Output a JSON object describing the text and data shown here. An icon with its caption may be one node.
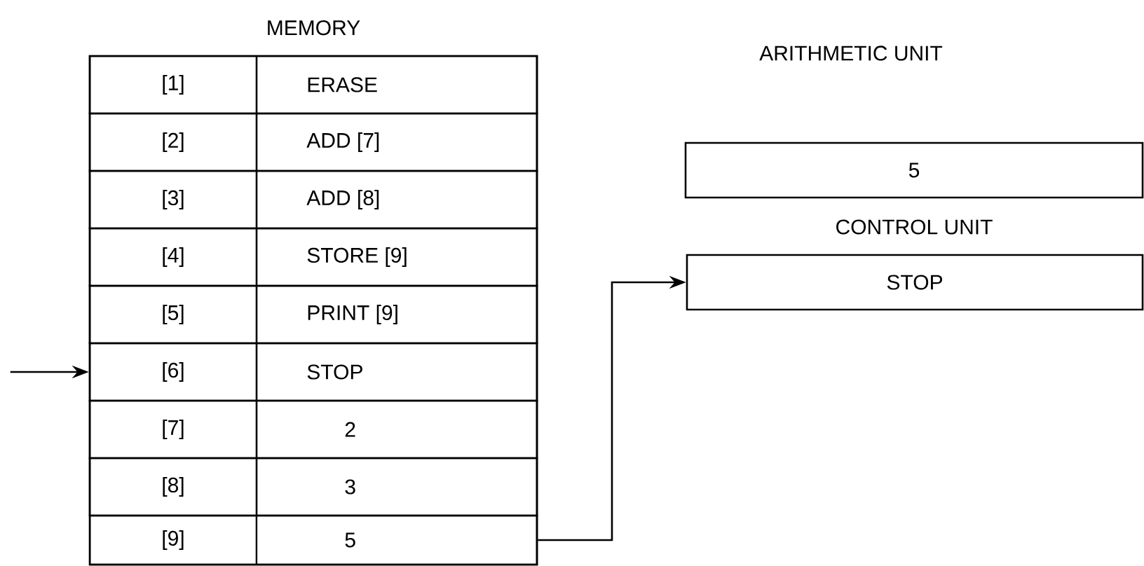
{
  "diagram": {
    "nodes": [
      {
        "text": [
          "MEMORY"
        ]
      },
      {
        "text": [
          "[1]",
          "ERASE"
        ],
        "in": 0
      },
      {
        "text": [
          "[2]",
          "ADD [7]"
        ],
        "in": 0
      },
      {
        "text": [
          "[3]",
          "ADD [8]"
        ],
        "in": 0
      },
      {
        "text": [
          "[4]",
          "STORE [9]"
        ],
        "in": 0
      },
      {
        "text": [
          "[5]",
          "PRINT [9]"
        ],
        "in": 0
      },
      {
        "text": [
          "[6]",
          "STOP"
        ],
        "in": 0
      },
      {
        "text": [
          "[7]",
          "2"
        ],
        "in": 0
      },
      {
        "text": [
          "[8]",
          "3"
        ],
        "in": 0
      },
      {
        "text": [
          "[9]",
          "5"
        ],
        "in": 0
      },
      {
        "text": [
          "ARITHMETIC UNIT",
          "5"
        ]
      },
      {
        "text": [
          "CONTROL UNIT",
          "STOP"
        ]
      }
    ],
    "edges": [
      {
        "from": null,
        "to": 6,
        "arrow": "to"
      },
      {
        "from": 9,
        "to": 11,
        "arrow": "to"
      }
    ]
  }
}
